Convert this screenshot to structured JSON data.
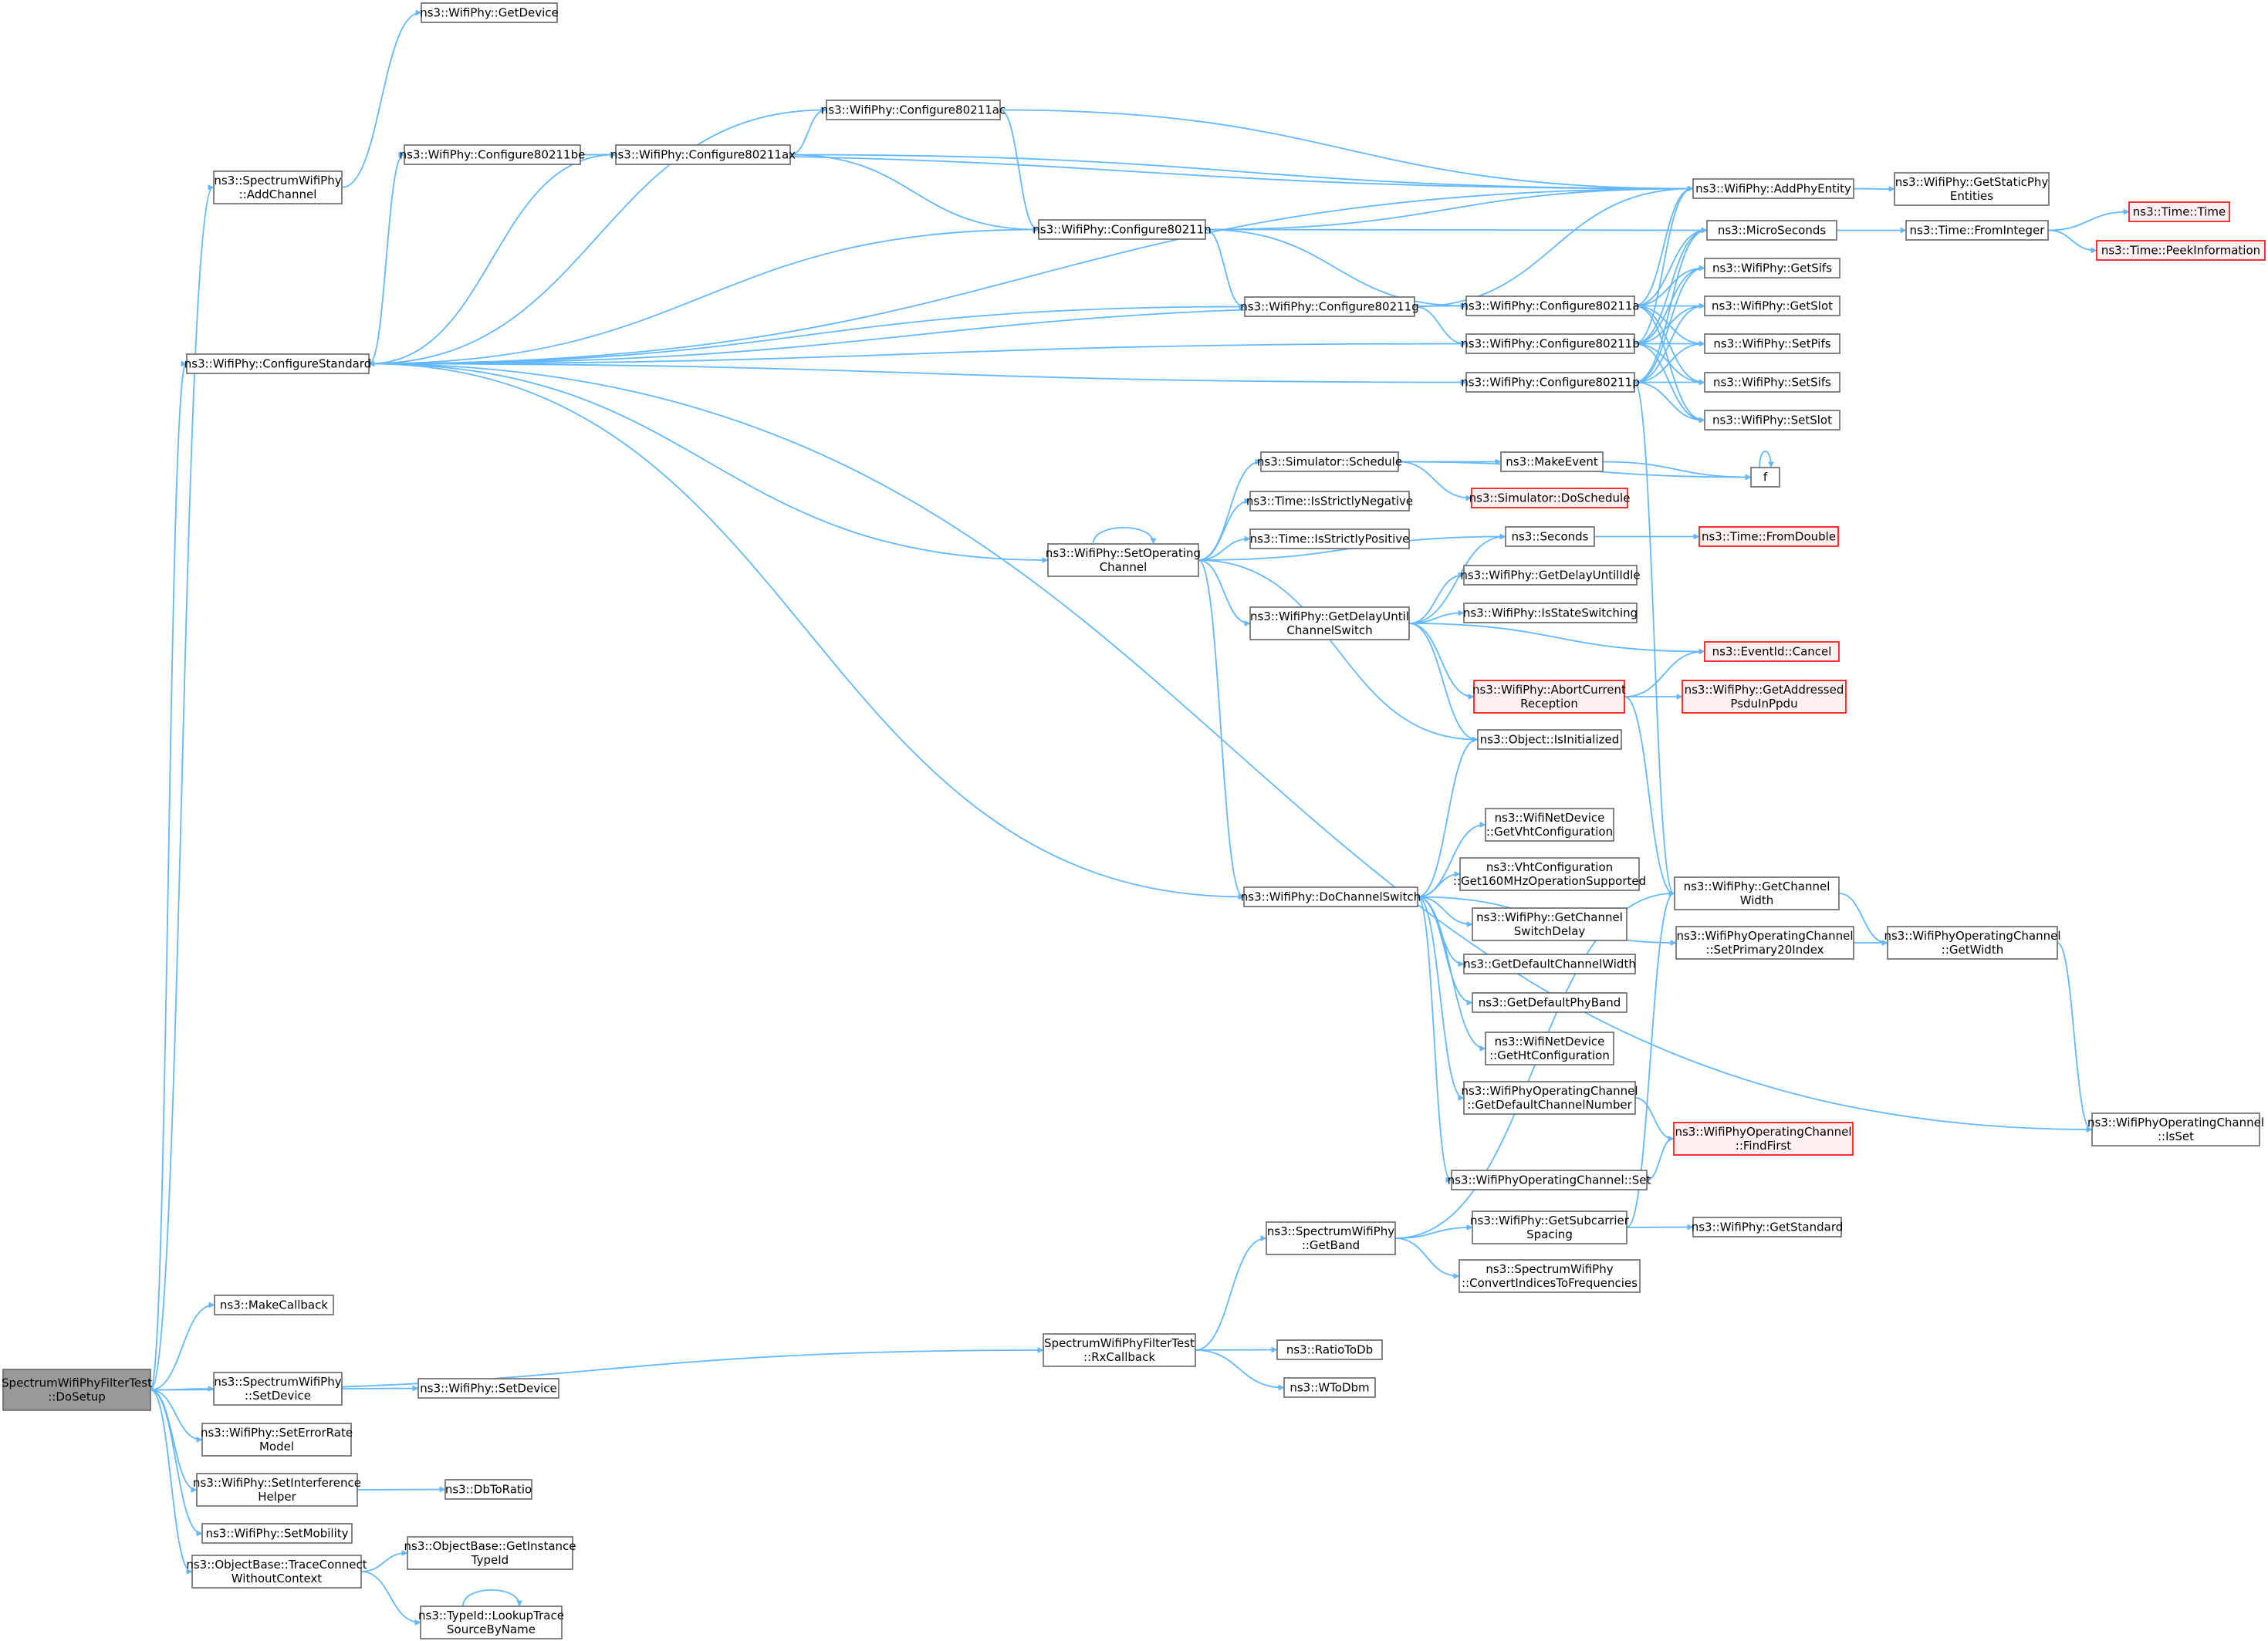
{
  "colors": {
    "edge": "#63b8ff",
    "node_border": "#666666",
    "root_fill": "#999999",
    "external_border": "#ff0000",
    "external_fill": "#fff0f0"
  },
  "nodes": [
    {
      "id": "root",
      "lines": [
        "SpectrumWifiPhyFilterTest",
        "::DoSetup"
      ],
      "style": "root"
    },
    {
      "id": "getDevice",
      "lines": [
        "ns3::WifiPhy::GetDevice"
      ]
    },
    {
      "id": "addChannel",
      "lines": [
        "ns3::SpectrumWifiPhy",
        "::AddChannel"
      ]
    },
    {
      "id": "cfgStd",
      "lines": [
        "ns3::WifiPhy::ConfigureStandard"
      ]
    },
    {
      "id": "makeCallback",
      "lines": [
        "ns3::MakeCallback"
      ]
    },
    {
      "id": "setDeviceS",
      "lines": [
        "ns3::SpectrumWifiPhy",
        "::SetDevice"
      ]
    },
    {
      "id": "setErrRate",
      "lines": [
        "ns3::WifiPhy::SetErrorRate",
        "Model"
      ]
    },
    {
      "id": "setInterf",
      "lines": [
        "ns3::WifiPhy::SetInterference",
        "Helper"
      ]
    },
    {
      "id": "setMobility",
      "lines": [
        "ns3::WifiPhy::SetMobility"
      ]
    },
    {
      "id": "traceConnect",
      "lines": [
        "ns3::ObjectBase::TraceConnect",
        "WithoutContext"
      ]
    },
    {
      "id": "setDeviceW",
      "lines": [
        "ns3::WifiPhy::SetDevice"
      ]
    },
    {
      "id": "dbToRatio",
      "lines": [
        "ns3::DbToRatio"
      ]
    },
    {
      "id": "getInstTypeId",
      "lines": [
        "ns3::ObjectBase::GetInstance",
        "TypeId"
      ]
    },
    {
      "id": "lookupTrace",
      "lines": [
        "ns3::TypeId::LookupTrace",
        "SourceByName"
      ]
    },
    {
      "id": "cfgBe",
      "lines": [
        "ns3::WifiPhy::Configure80211be"
      ]
    },
    {
      "id": "cfgAx",
      "lines": [
        "ns3::WifiPhy::Configure80211ax"
      ]
    },
    {
      "id": "cfgAc",
      "lines": [
        "ns3::WifiPhy::Configure80211ac"
      ]
    },
    {
      "id": "cfgN",
      "lines": [
        "ns3::WifiPhy::Configure80211n"
      ]
    },
    {
      "id": "cfgG",
      "lines": [
        "ns3::WifiPhy::Configure80211g"
      ]
    },
    {
      "id": "cfgA",
      "lines": [
        "ns3::WifiPhy::Configure80211a"
      ]
    },
    {
      "id": "cfgB",
      "lines": [
        "ns3::WifiPhy::Configure80211b"
      ]
    },
    {
      "id": "cfgP",
      "lines": [
        "ns3::WifiPhy::Configure80211p"
      ]
    },
    {
      "id": "addPhyEntity",
      "lines": [
        "ns3::WifiPhy::AddPhyEntity"
      ]
    },
    {
      "id": "getStaticPhy",
      "lines": [
        "ns3::WifiPhy::GetStaticPhy",
        "Entities"
      ]
    },
    {
      "id": "microSeconds",
      "lines": [
        "ns3::MicroSeconds"
      ]
    },
    {
      "id": "fromInteger",
      "lines": [
        "ns3::Time::FromInteger"
      ]
    },
    {
      "id": "timeTime",
      "lines": [
        "ns3::Time::Time"
      ],
      "style": "red"
    },
    {
      "id": "peekInfo",
      "lines": [
        "ns3::Time::PeekInformation"
      ],
      "style": "red"
    },
    {
      "id": "getSifs",
      "lines": [
        "ns3::WifiPhy::GetSifs"
      ]
    },
    {
      "id": "getSlot",
      "lines": [
        "ns3::WifiPhy::GetSlot"
      ]
    },
    {
      "id": "setPifs",
      "lines": [
        "ns3::WifiPhy::SetPifs"
      ]
    },
    {
      "id": "setSifs",
      "lines": [
        "ns3::WifiPhy::SetSifs"
      ]
    },
    {
      "id": "setSlot",
      "lines": [
        "ns3::WifiPhy::SetSlot"
      ]
    },
    {
      "id": "schedule",
      "lines": [
        "ns3::Simulator::Schedule"
      ]
    },
    {
      "id": "makeEvent",
      "lines": [
        "ns3::MakeEvent"
      ]
    },
    {
      "id": "fNode",
      "lines": [
        "f"
      ]
    },
    {
      "id": "doSchedule",
      "lines": [
        "ns3::Simulator::DoSchedule"
      ],
      "style": "red"
    },
    {
      "id": "isStrictNeg",
      "lines": [
        "ns3::Time::IsStrictlyNegative"
      ]
    },
    {
      "id": "isStrictPos",
      "lines": [
        "ns3::Time::IsStrictlyPositive"
      ]
    },
    {
      "id": "setOpCh",
      "lines": [
        "ns3::WifiPhy::SetOperating",
        "Channel"
      ]
    },
    {
      "id": "seconds",
      "lines": [
        "ns3::Seconds"
      ]
    },
    {
      "id": "fromDouble",
      "lines": [
        "ns3::Time::FromDouble"
      ],
      "style": "red"
    },
    {
      "id": "getDelayIdle",
      "lines": [
        "ns3::WifiPhy::GetDelayUntilIdle"
      ]
    },
    {
      "id": "getDelayCh",
      "lines": [
        "ns3::WifiPhy::GetDelayUntil",
        "ChannelSwitch"
      ]
    },
    {
      "id": "isStateSw",
      "lines": [
        "ns3::WifiPhy::IsStateSwitching"
      ]
    },
    {
      "id": "cancel",
      "lines": [
        "ns3::EventId::Cancel"
      ],
      "style": "red"
    },
    {
      "id": "abortRx",
      "lines": [
        "ns3::WifiPhy::AbortCurrent",
        "Reception"
      ],
      "style": "red"
    },
    {
      "id": "getAddrPsdu",
      "lines": [
        "ns3::WifiPhy::GetAddressed",
        "PsduInPpdu"
      ],
      "style": "red"
    },
    {
      "id": "isInit",
      "lines": [
        "ns3::Object::IsInitialized"
      ]
    },
    {
      "id": "getVht",
      "lines": [
        "ns3::WifiNetDevice",
        "::GetVhtConfiguration"
      ]
    },
    {
      "id": "get160",
      "lines": [
        "ns3::VhtConfiguration",
        "::Get160MHzOperationSupported"
      ]
    },
    {
      "id": "getChSwDelay",
      "lines": [
        "ns3::WifiPhy::GetChannel",
        "SwitchDelay"
      ]
    },
    {
      "id": "doChSwitch",
      "lines": [
        "ns3::WifiPhy::DoChannelSwitch"
      ]
    },
    {
      "id": "getChWidth",
      "lines": [
        "ns3::WifiPhy::GetChannel",
        "Width"
      ]
    },
    {
      "id": "setPrim20",
      "lines": [
        "ns3::WifiPhyOperatingChannel",
        "::SetPrimary20Index"
      ]
    },
    {
      "id": "getWidth",
      "lines": [
        "ns3::WifiPhyOperatingChannel",
        "::GetWidth"
      ]
    },
    {
      "id": "getDefChW",
      "lines": [
        "ns3::GetDefaultChannelWidth"
      ]
    },
    {
      "id": "getDefBand",
      "lines": [
        "ns3::GetDefaultPhyBand"
      ]
    },
    {
      "id": "getHt",
      "lines": [
        "ns3::WifiNetDevice",
        "::GetHtConfiguration"
      ]
    },
    {
      "id": "getDefChNum",
      "lines": [
        "ns3::WifiPhyOperatingChannel",
        "::GetDefaultChannelNumber"
      ]
    },
    {
      "id": "findFirst",
      "lines": [
        "ns3::WifiPhyOperatingChannel",
        "::FindFirst"
      ],
      "style": "red"
    },
    {
      "id": "isSet",
      "lines": [
        "ns3::WifiPhyOperatingChannel",
        "::IsSet"
      ]
    },
    {
      "id": "opChSet",
      "lines": [
        "ns3::WifiPhyOperatingChannel::Set"
      ]
    },
    {
      "id": "getBand",
      "lines": [
        "ns3::SpectrumWifiPhy",
        "::GetBand"
      ]
    },
    {
      "id": "getSubcar",
      "lines": [
        "ns3::WifiPhy::GetSubcarrier",
        "Spacing"
      ]
    },
    {
      "id": "getStandard",
      "lines": [
        "ns3::WifiPhy::GetStandard"
      ]
    },
    {
      "id": "convIdx",
      "lines": [
        "ns3::SpectrumWifiPhy",
        "::ConvertIndicesToFrequencies"
      ]
    },
    {
      "id": "rxCallback",
      "lines": [
        "SpectrumWifiPhyFilterTest",
        "::RxCallback"
      ]
    },
    {
      "id": "ratioToDb",
      "lines": [
        "ns3::RatioToDb"
      ]
    },
    {
      "id": "wToDbm",
      "lines": [
        "ns3::WToDbm"
      ]
    }
  ],
  "edges": [
    [
      "root",
      "addChannel"
    ],
    [
      "root",
      "cfgStd"
    ],
    [
      "root",
      "makeCallback"
    ],
    [
      "root",
      "rxCallback"
    ],
    [
      "root",
      "setDeviceS"
    ],
    [
      "root",
      "setErrRate"
    ],
    [
      "root",
      "setInterf"
    ],
    [
      "root",
      "setMobility"
    ],
    [
      "root",
      "traceConnect"
    ],
    [
      "addChannel",
      "getDevice"
    ],
    [
      "setDeviceS",
      "setDeviceW"
    ],
    [
      "setInterf",
      "dbToRatio"
    ],
    [
      "traceConnect",
      "getInstTypeId"
    ],
    [
      "traceConnect",
      "lookupTrace"
    ],
    [
      "lookupTrace",
      "lookupTrace"
    ],
    [
      "cfgStd",
      "cfgBe"
    ],
    [
      "cfgStd",
      "cfgAx"
    ],
    [
      "cfgStd",
      "cfgAc"
    ],
    [
      "cfgStd",
      "cfgN"
    ],
    [
      "cfgStd",
      "cfgG"
    ],
    [
      "cfgStd",
      "cfgA"
    ],
    [
      "cfgStd",
      "cfgB"
    ],
    [
      "cfgStd",
      "cfgP"
    ],
    [
      "cfgStd",
      "addPhyEntity"
    ],
    [
      "cfgStd",
      "setOpCh"
    ],
    [
      "cfgStd",
      "isSet"
    ],
    [
      "cfgBe",
      "cfgAx"
    ],
    [
      "cfgBe",
      "addPhyEntity"
    ],
    [
      "cfgAx",
      "cfgAc"
    ],
    [
      "cfgAx",
      "cfgN"
    ],
    [
      "cfgAx",
      "addPhyEntity"
    ],
    [
      "cfgAc",
      "cfgN"
    ],
    [
      "cfgAc",
      "addPhyEntity"
    ],
    [
      "cfgN",
      "cfgG"
    ],
    [
      "cfgN",
      "cfgA"
    ],
    [
      "cfgN",
      "addPhyEntity"
    ],
    [
      "cfgN",
      "microSeconds"
    ],
    [
      "cfgG",
      "cfgB"
    ],
    [
      "cfgG",
      "addPhyEntity"
    ],
    [
      "cfgA",
      "addPhyEntity"
    ],
    [
      "cfgA",
      "microSeconds"
    ],
    [
      "cfgA",
      "getSifs"
    ],
    [
      "cfgA",
      "getSlot"
    ],
    [
      "cfgA",
      "setPifs"
    ],
    [
      "cfgA",
      "setSifs"
    ],
    [
      "cfgA",
      "setSlot"
    ],
    [
      "cfgB",
      "addPhyEntity"
    ],
    [
      "cfgB",
      "microSeconds"
    ],
    [
      "cfgB",
      "getSifs"
    ],
    [
      "cfgB",
      "getSlot"
    ],
    [
      "cfgB",
      "setPifs"
    ],
    [
      "cfgB",
      "setSifs"
    ],
    [
      "cfgB",
      "setSlot"
    ],
    [
      "cfgP",
      "microSeconds"
    ],
    [
      "cfgP",
      "getSifs"
    ],
    [
      "cfgP",
      "getSlot"
    ],
    [
      "cfgP",
      "setPifs"
    ],
    [
      "cfgP",
      "setSifs"
    ],
    [
      "cfgP",
      "setSlot"
    ],
    [
      "cfgP",
      "getChWidth"
    ],
    [
      "addPhyEntity",
      "getStaticPhy"
    ],
    [
      "microSeconds",
      "fromInteger"
    ],
    [
      "fromInteger",
      "timeTime"
    ],
    [
      "fromInteger",
      "peekInfo"
    ],
    [
      "setOpCh",
      "setOpCh"
    ],
    [
      "setOpCh",
      "schedule"
    ],
    [
      "setOpCh",
      "isStrictNeg"
    ],
    [
      "setOpCh",
      "isStrictPos"
    ],
    [
      "setOpCh",
      "seconds"
    ],
    [
      "setOpCh",
      "getDelayCh"
    ],
    [
      "setOpCh",
      "isInit"
    ],
    [
      "setOpCh",
      "doChSwitch"
    ],
    [
      "schedule",
      "makeEvent"
    ],
    [
      "schedule",
      "fNode"
    ],
    [
      "schedule",
      "doSchedule"
    ],
    [
      "makeEvent",
      "fNode"
    ],
    [
      "fNode",
      "fNode"
    ],
    [
      "seconds",
      "fromDouble"
    ],
    [
      "getDelayCh",
      "seconds"
    ],
    [
      "getDelayCh",
      "getDelayIdle"
    ],
    [
      "getDelayCh",
      "isStateSw"
    ],
    [
      "getDelayCh",
      "cancel"
    ],
    [
      "getDelayCh",
      "abortRx"
    ],
    [
      "getDelayCh",
      "isInit"
    ],
    [
      "abortRx",
      "cancel"
    ],
    [
      "abortRx",
      "getAddrPsdu"
    ],
    [
      "abortRx",
      "getChWidth"
    ],
    [
      "doChSwitch",
      "cfgStd"
    ],
    [
      "doChSwitch",
      "isInit"
    ],
    [
      "doChSwitch",
      "getVht"
    ],
    [
      "doChSwitch",
      "get160"
    ],
    [
      "doChSwitch",
      "getChSwDelay"
    ],
    [
      "doChSwitch",
      "getDefChW"
    ],
    [
      "doChSwitch",
      "getDefBand"
    ],
    [
      "doChSwitch",
      "getHt"
    ],
    [
      "doChSwitch",
      "getDefChNum"
    ],
    [
      "doChSwitch",
      "opChSet"
    ],
    [
      "doChSwitch",
      "setPrim20"
    ],
    [
      "getChWidth",
      "getWidth"
    ],
    [
      "setPrim20",
      "getWidth"
    ],
    [
      "getWidth",
      "isSet"
    ],
    [
      "getDefChNum",
      "findFirst"
    ],
    [
      "opChSet",
      "findFirst"
    ],
    [
      "getBand",
      "getSubcar"
    ],
    [
      "getBand",
      "convIdx"
    ],
    [
      "getBand",
      "getChWidth"
    ],
    [
      "getSubcar",
      "getStandard"
    ],
    [
      "getSubcar",
      "getChWidth"
    ],
    [
      "rxCallback",
      "getBand"
    ],
    [
      "rxCallback",
      "ratioToDb"
    ],
    [
      "rxCallback",
      "wToDbm"
    ]
  ]
}
